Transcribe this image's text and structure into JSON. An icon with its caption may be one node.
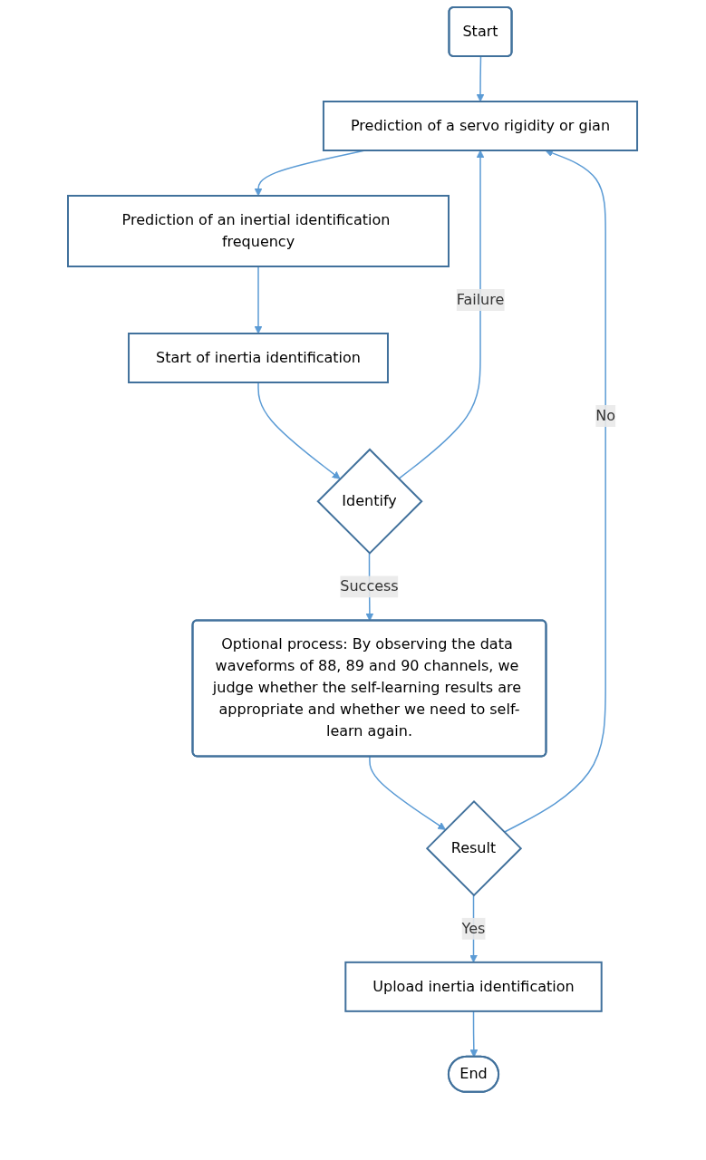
{
  "diagram": {
    "nodes": [
      {
        "text": [
          "Start"
        ]
      },
      {
        "text": [
          "Prediction of a servo rigidity or gian"
        ]
      },
      {
        "text": [
          "Prediction of an inertial identification frequency"
        ]
      },
      {
        "text": [
          "Start of inertia identification"
        ]
      },
      {
        "text": [
          "Identify"
        ]
      },
      {
        "text": [
          "Optional process: By observing the data waveforms of 88, 89 and 90 channels, we judge whether the self-learning results are appropriate and whether we need to self-learn again."
        ]
      },
      {
        "text": [
          "Result"
        ]
      },
      {
        "text": [
          "Upload inertia identification"
        ]
      },
      {
        "text": [
          "End"
        ]
      }
    ],
    "edges": [
      {
        "from": 0,
        "to": 1,
        "arrow": "to"
      },
      {
        "from": 1,
        "to": 2,
        "arrow": "to"
      },
      {
        "from": 2,
        "to": 3,
        "arrow": "to"
      },
      {
        "from": 3,
        "to": 4,
        "arrow": "to"
      },
      {
        "from": 4,
        "to": 1,
        "label": "Failure",
        "arrow": "to"
      },
      {
        "from": 4,
        "to": 5,
        "label": "Success",
        "arrow": "to"
      },
      {
        "from": 5,
        "to": 6,
        "arrow": "to"
      },
      {
        "from": 6,
        "to": 1,
        "label": "No",
        "arrow": "to"
      },
      {
        "from": 6,
        "to": 7,
        "label": "Yes",
        "arrow": "to"
      },
      {
        "from": 7,
        "to": 8,
        "arrow": "to"
      }
    ]
  }
}
